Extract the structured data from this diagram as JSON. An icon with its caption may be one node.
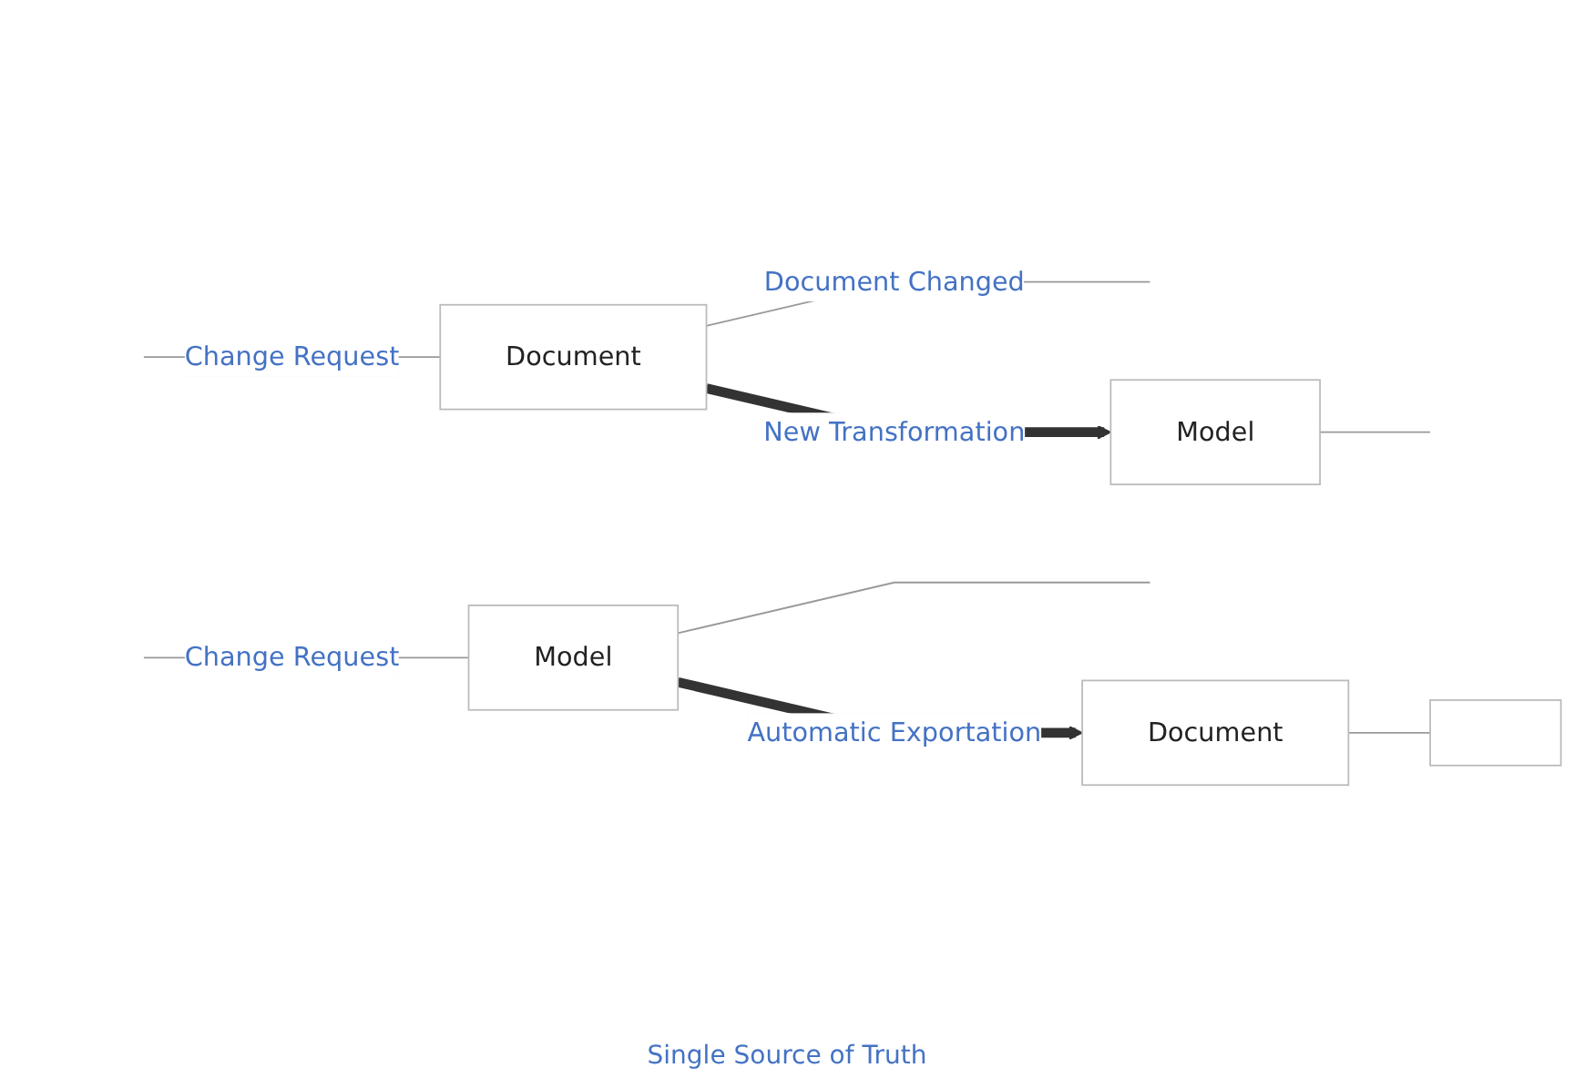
{
  "diagram": {
    "nodes": [
      {
        "text": [
          "Document"
        ]
      },
      {
        "text": [
          "Model"
        ]
      },
      {
        "text": [
          "Model"
        ]
      },
      {
        "text": [
          "Document"
        ]
      },
      {
        "text": [],
        "shape": "box"
      }
    ],
    "edges": [
      {
        "from": null,
        "to": 0,
        "arrow": "none",
        "label": "Change Request"
      },
      {
        "from": 0,
        "to": null,
        "arrow": "none",
        "label": "Document Changed"
      },
      {
        "from": 0,
        "to": 1,
        "arrow": "to",
        "label": "New Transformation",
        "style": "thick",
        "color": "#333333"
      },
      {
        "from": 1,
        "to": null,
        "arrow": "none"
      },
      {
        "from": null,
        "to": 2,
        "arrow": "none",
        "label": "Change Request"
      },
      {
        "from": 2,
        "to": null,
        "arrow": "none"
      },
      {
        "from": 2,
        "to": 3,
        "arrow": "to",
        "label": "Automatic Exportation",
        "style": "thick",
        "color": "#333333"
      },
      {
        "from": 3,
        "to": 4,
        "arrow": "none"
      }
    ],
    "labels": [
      "Single Source of Truth"
    ]
  }
}
